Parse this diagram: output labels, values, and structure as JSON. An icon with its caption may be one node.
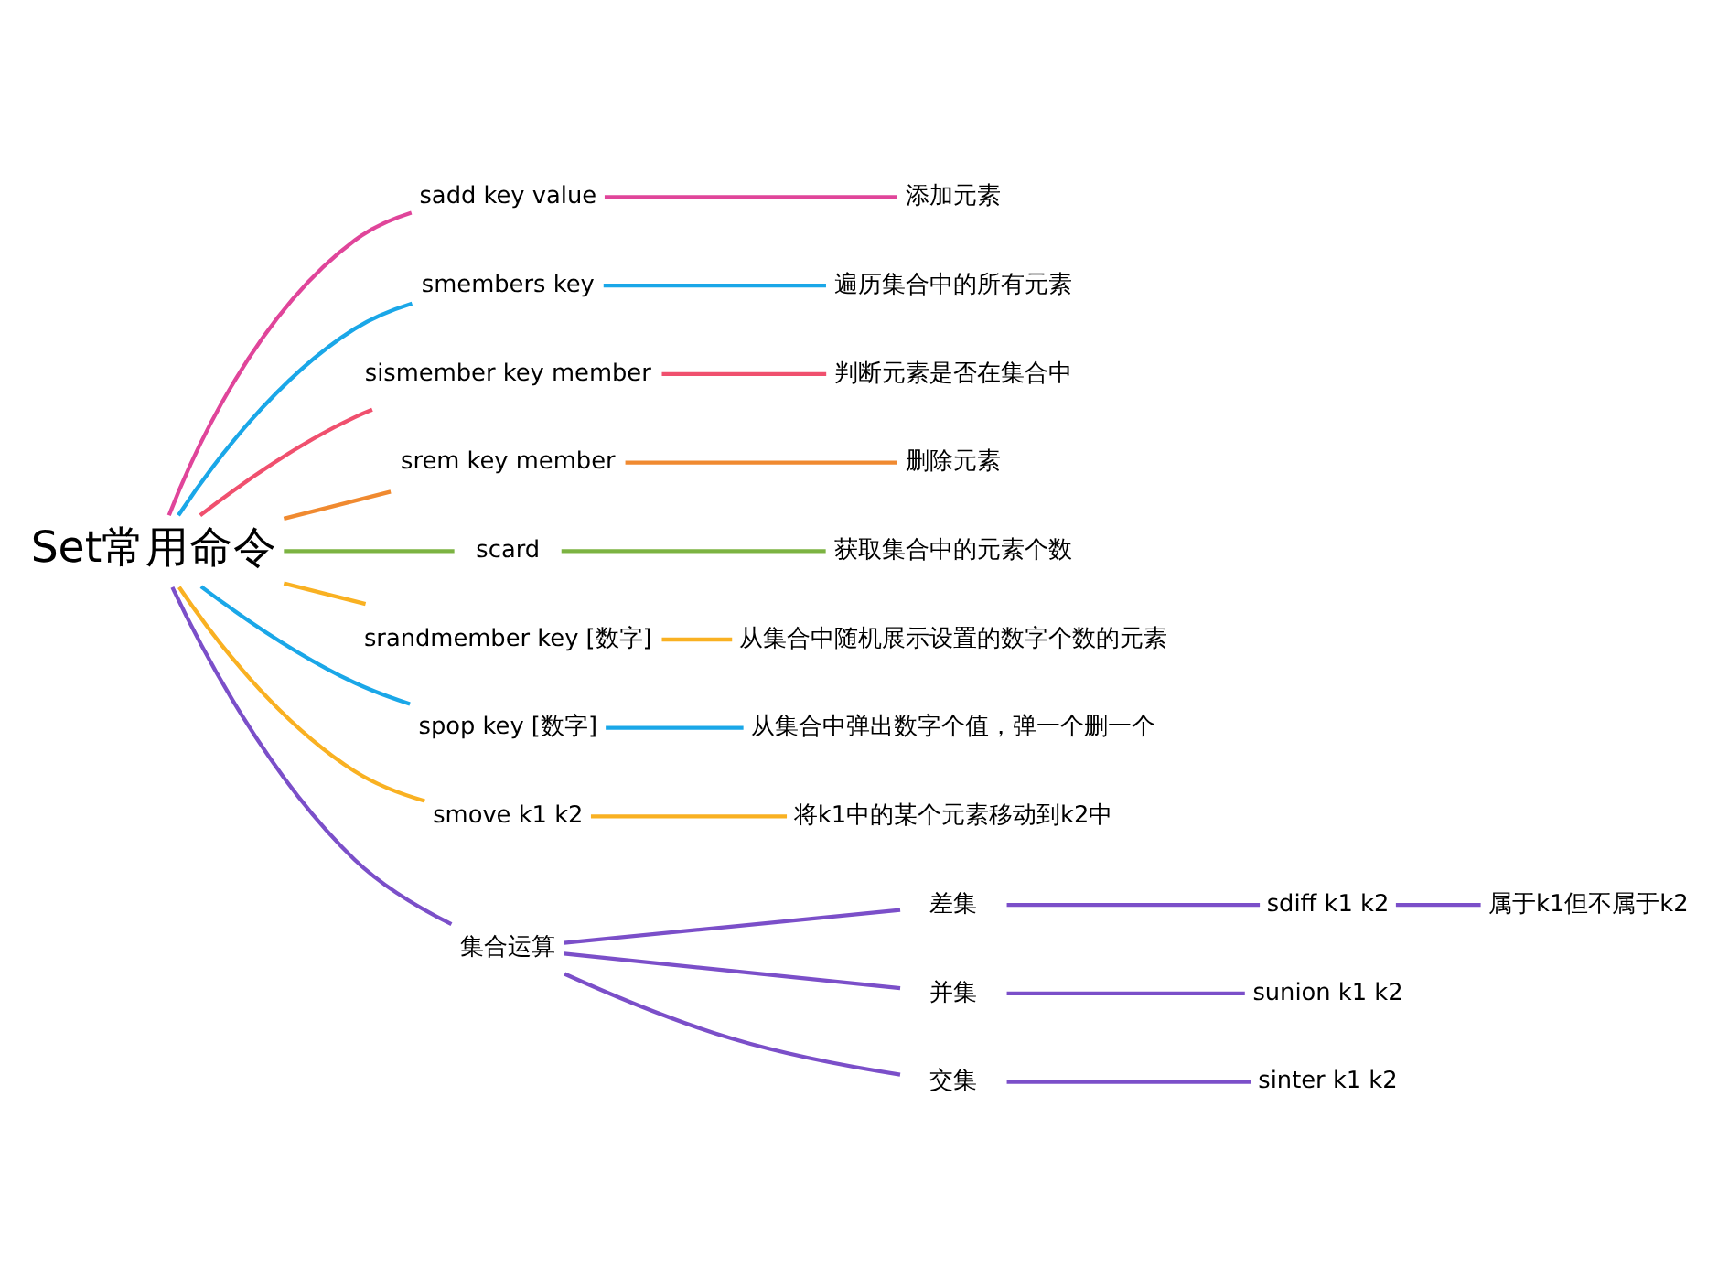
{
  "diagram": {
    "nodes": [
      {
        "text": [
          "Set常用命令"
        ]
      },
      {
        "text": [
          "sadd key value"
        ]
      },
      {
        "text": [
          "添加元素"
        ]
      },
      {
        "text": [
          "smembers key"
        ]
      },
      {
        "text": [
          "遍历集合中的所有元素"
        ]
      },
      {
        "text": [
          "sismember key member"
        ]
      },
      {
        "text": [
          "判断元素是否在集合中"
        ]
      },
      {
        "text": [
          "srem key member"
        ]
      },
      {
        "text": [
          "删除元素"
        ]
      },
      {
        "text": [
          "scard"
        ]
      },
      {
        "text": [
          "获取集合中的元素个数"
        ]
      },
      {
        "text": [
          "srandmember key [数字]"
        ]
      },
      {
        "text": [
          "从集合中随机展示设置的数字个数的元素"
        ]
      },
      {
        "text": [
          "spop key [数字]"
        ]
      },
      {
        "text": [
          "从集合中弹出数字个值，弹一个删一个"
        ]
      },
      {
        "text": [
          "smove k1 k2"
        ]
      },
      {
        "text": [
          "将k1中的某个元素移动到k2中"
        ]
      },
      {
        "text": [
          "集合运算"
        ]
      },
      {
        "text": [
          "差集"
        ]
      },
      {
        "text": [
          "sdiff k1 k2"
        ]
      },
      {
        "text": [
          "属于k1但不属于k2"
        ]
      },
      {
        "text": [
          "并集"
        ]
      },
      {
        "text": [
          "sunion k1 k2"
        ]
      },
      {
        "text": [
          "交集"
        ]
      },
      {
        "text": [
          "sinter k1 k2"
        ]
      }
    ],
    "edges": [
      {
        "from": 0,
        "to": 1,
        "arrow": "none",
        "color": "#e0459a"
      },
      {
        "from": 1,
        "to": 2,
        "arrow": "none",
        "color": "#e0459a"
      },
      {
        "from": 0,
        "to": 3,
        "arrow": "none",
        "color": "#1aa7e8"
      },
      {
        "from": 3,
        "to": 4,
        "arrow": "none",
        "color": "#1aa7e8"
      },
      {
        "from": 0,
        "to": 5,
        "arrow": "none",
        "color": "#f0506e"
      },
      {
        "from": 5,
        "to": 6,
        "arrow": "none",
        "color": "#f0506e"
      },
      {
        "from": 0,
        "to": 7,
        "arrow": "none",
        "color": "#f08a30"
      },
      {
        "from": 7,
        "to": 8,
        "arrow": "none",
        "color": "#f08a30"
      },
      {
        "from": 0,
        "to": 9,
        "arrow": "none",
        "color": "#7cb342"
      },
      {
        "from": 9,
        "to": 10,
        "arrow": "none",
        "color": "#7cb342"
      },
      {
        "from": 0,
        "to": 11,
        "arrow": "none",
        "color": "#f9b122"
      },
      {
        "from": 11,
        "to": 12,
        "arrow": "none",
        "color": "#f9b122"
      },
      {
        "from": 0,
        "to": 13,
        "arrow": "none",
        "color": "#1aa7e8"
      },
      {
        "from": 13,
        "to": 14,
        "arrow": "none",
        "color": "#1aa7e8"
      },
      {
        "from": 0,
        "to": 15,
        "arrow": "none",
        "color": "#f9b122"
      },
      {
        "from": 15,
        "to": 16,
        "arrow": "none",
        "color": "#f9b122"
      },
      {
        "from": 0,
        "to": 17,
        "arrow": "none",
        "color": "#7b4fc9"
      },
      {
        "from": 17,
        "to": 18,
        "arrow": "none",
        "color": "#7b4fc9"
      },
      {
        "from": 18,
        "to": 19,
        "arrow": "none",
        "color": "#7b4fc9"
      },
      {
        "from": 19,
        "to": 20,
        "arrow": "none",
        "color": "#7b4fc9"
      },
      {
        "from": 17,
        "to": 21,
        "arrow": "none",
        "color": "#7b4fc9"
      },
      {
        "from": 21,
        "to": 22,
        "arrow": "none",
        "color": "#7b4fc9"
      },
      {
        "from": 17,
        "to": 23,
        "arrow": "none",
        "color": "#7b4fc9"
      },
      {
        "from": 23,
        "to": 24,
        "arrow": "none",
        "color": "#7b4fc9"
      }
    ]
  }
}
